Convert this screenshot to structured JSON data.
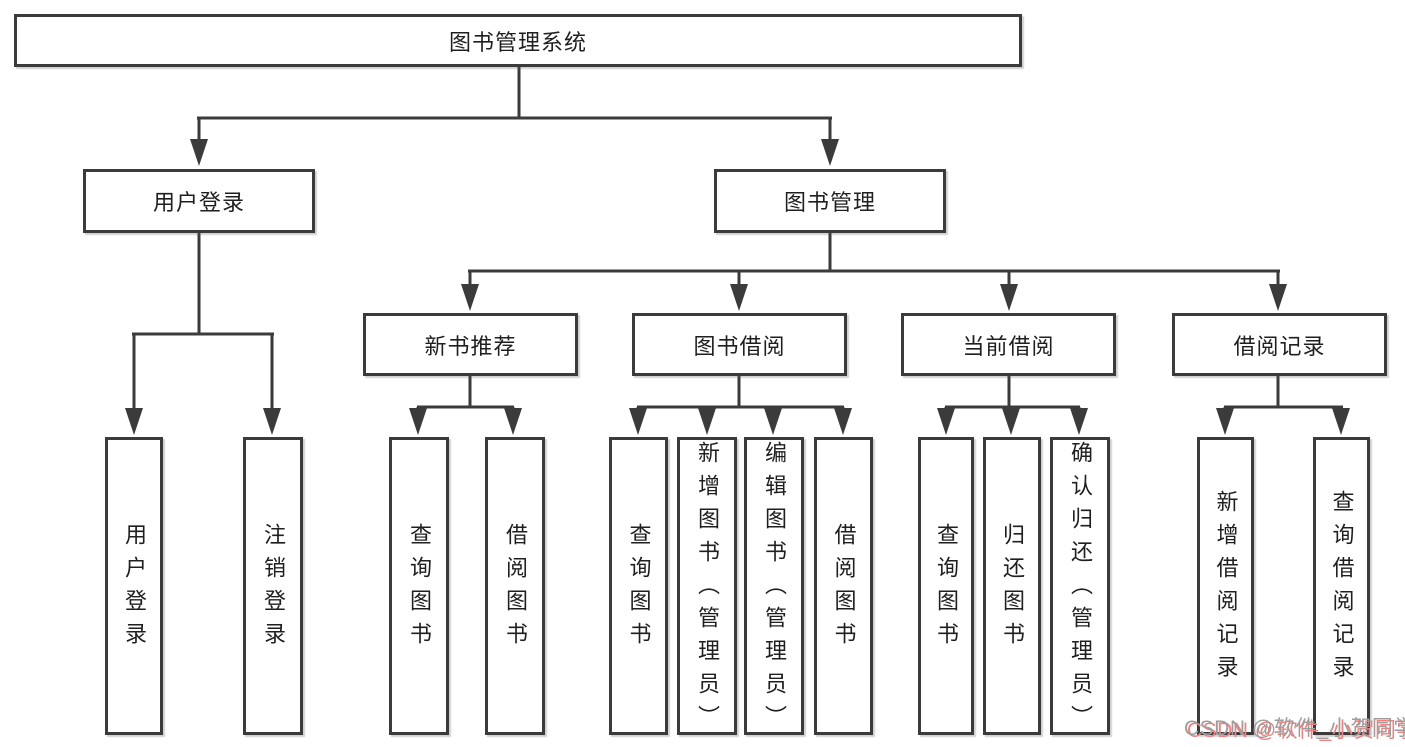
{
  "diagram": {
    "title": "图书管理系统",
    "root": {
      "label": "图书管理系统"
    },
    "level2": [
      {
        "id": "user-login",
        "label": "用户登录"
      },
      {
        "id": "book-management",
        "label": "图书管理"
      }
    ],
    "user_login_children": [
      {
        "label": "用户登录"
      },
      {
        "label": "注销登录"
      }
    ],
    "book_management_children": [
      {
        "label": "新书推荐",
        "children": [
          {
            "label": "查询图书"
          },
          {
            "label": "借阅图书"
          }
        ]
      },
      {
        "label": "图书借阅",
        "children": [
          {
            "label": "查询图书"
          },
          {
            "label": "新增图书（管理员）"
          },
          {
            "label": "编辑图书（管理员）"
          },
          {
            "label": "借阅图书"
          }
        ]
      },
      {
        "label": "当前借阅",
        "children": [
          {
            "label": "查询图书"
          },
          {
            "label": "归还图书"
          },
          {
            "label": "确认归还（管理员）"
          }
        ]
      },
      {
        "label": "借阅记录",
        "children": [
          {
            "label": "新增借阅记录"
          },
          {
            "label": "查询借阅记录"
          }
        ]
      }
    ],
    "watermark": "CSDN @软件_小贺同学",
    "colors": {
      "line": "#3b3b3b",
      "text": "#1f1f1f",
      "background": "#ffffff",
      "watermark_gray": "#9d9d9d",
      "watermark_pink": "#f57e7e"
    }
  }
}
